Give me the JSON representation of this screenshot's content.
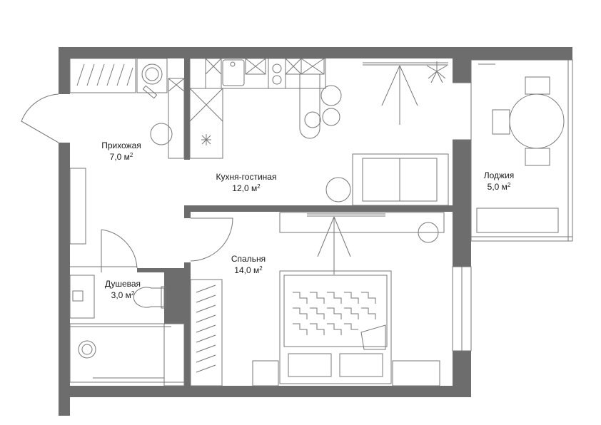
{
  "plan": {
    "rooms": [
      {
        "id": "hallway",
        "name": "Прихожая",
        "area": "7,0 м",
        "unit_power": "2"
      },
      {
        "id": "kitchen",
        "name": "Кухня-гостиная",
        "area": "12,0 м",
        "unit_power": "2"
      },
      {
        "id": "loggia",
        "name": "Лоджия",
        "area": "5,0 м",
        "unit_power": "2"
      },
      {
        "id": "bedroom",
        "name": "Спальня",
        "area": "14,0 м",
        "unit_power": "2"
      },
      {
        "id": "shower",
        "name": "Душевая",
        "area": "3,0 м",
        "unit_power": "2"
      }
    ],
    "colors": {
      "wall": "#6d6d6d",
      "line": "#777777",
      "label": "#1a1a1a"
    }
  }
}
